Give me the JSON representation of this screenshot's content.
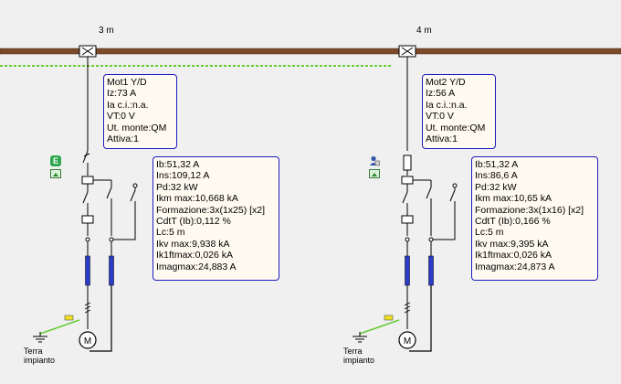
{
  "busbar": {
    "color": "#7a4a2a",
    "pe_color": "#66cc33"
  },
  "feeders": [
    {
      "distance": "3 m",
      "motor_lines": [
        "Mot1 Y/D",
        "Iz:73 A",
        "Ia c.i.:n.a.",
        "VT:0 V",
        "Ut. monte:QM",
        "Attiva:1"
      ],
      "calc_lines": [
        "Ib:51,32 A",
        "Ins:109,12 A",
        "Pd:32 kW",
        "Ikm max:10,668 kA",
        "Formazione:3x(1x25) [x2]",
        "CdtT (Ib):0,112 %",
        "Lc:5 m",
        "Ikv max:9,938 kA",
        "Ik1ftmax:0,026 kA",
        "Imagmax:24,883 A"
      ],
      "icon": "e-icon",
      "icon_label": "E",
      "terra_line1": "Terra",
      "terra_line2": "impianto"
    },
    {
      "distance": "4 m",
      "motor_lines": [
        "Mot2 Y/D",
        "Iz:56 A",
        "Ia c.i.:n.a.",
        "VT:0 V",
        "Ut. monte:QM",
        "Attiva:1"
      ],
      "calc_lines": [
        "Ib:51,32 A",
        "Ins:86,6 A",
        "Pd:32 kW",
        "Ikm max:10,65 kA",
        "Formazione:3x(1x16) [x2]",
        "CdtT (Ib):0,166 %",
        "Lc:5 m",
        "Ikv max:9,395 kA",
        "Ik1ftmax:0,026 kA",
        "Imagmax:24,873 A"
      ],
      "icon": "user-icon",
      "icon_label": "",
      "terra_line1": "Terra",
      "terra_line2": "impianto"
    }
  ]
}
